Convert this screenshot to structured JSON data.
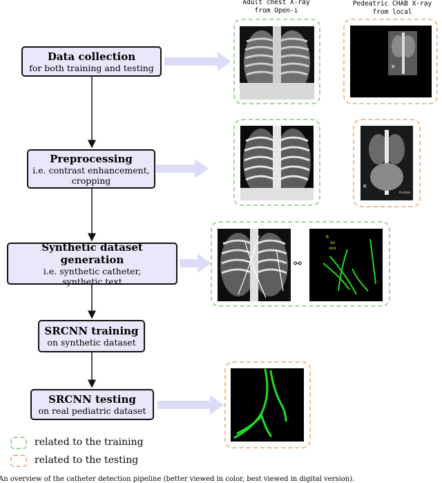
{
  "headers": {
    "adult": [
      "Adult chest X-ray",
      "from Open-i"
    ],
    "pediatric": [
      "Pedeatric CHAB X-ray",
      "from local"
    ]
  },
  "steps": [
    {
      "title": "Data collection",
      "subtitle": [
        "for both training and testing"
      ]
    },
    {
      "title": "Preprocessing",
      "subtitle": [
        "i.e. contrast enhancement,",
        "cropping"
      ]
    },
    {
      "title": "Synthetic dataset generation",
      "subtitle": [
        "i.e. synthetic catheter,",
        "synthetic text"
      ]
    },
    {
      "title": "SRCNN training",
      "subtitle": [
        "on synthetic dataset"
      ]
    },
    {
      "title": "SRCNN testing",
      "subtitle": [
        "on real pediatric dataset"
      ]
    }
  ],
  "legend": {
    "training": "related to the training",
    "testing": "related to the testing"
  },
  "caption": "An overview of the catheter detection pipeline (better viewed in color, best viewed in digital version).",
  "colors": {
    "box_fill": "#e8e8fa",
    "arrow": "#dcdcf8",
    "green_dash": "#9fd49a",
    "orange_dash": "#f3b88b",
    "catheter": "#22dd22"
  }
}
